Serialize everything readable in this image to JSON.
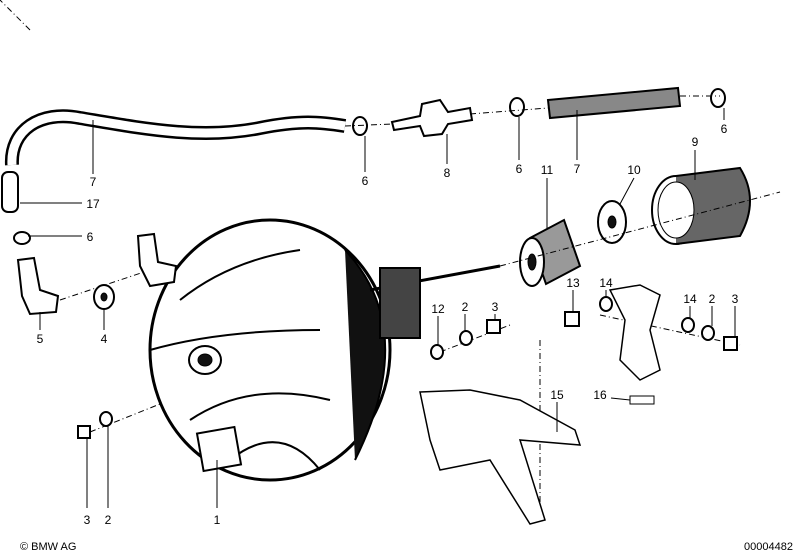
{
  "callouts": {
    "c1": "1",
    "c2a": "2",
    "c3a": "3",
    "c4": "4",
    "c5": "5",
    "c6a": "6",
    "c17": "17",
    "c7a": "7",
    "c6b": "6",
    "c8": "8",
    "c6c": "6",
    "c7b": "7",
    "c6d": "6",
    "c11": "11",
    "c10": "10",
    "c9": "9",
    "c13": "13",
    "c14a": "14",
    "c12": "12",
    "c2b": "2",
    "c3b": "3",
    "c14b": "14",
    "c2c": "2",
    "c3c": "3",
    "c15": "15",
    "c16": "16"
  },
  "footer": {
    "copyright": "© BMW AG",
    "diagram_number": "00004482"
  }
}
